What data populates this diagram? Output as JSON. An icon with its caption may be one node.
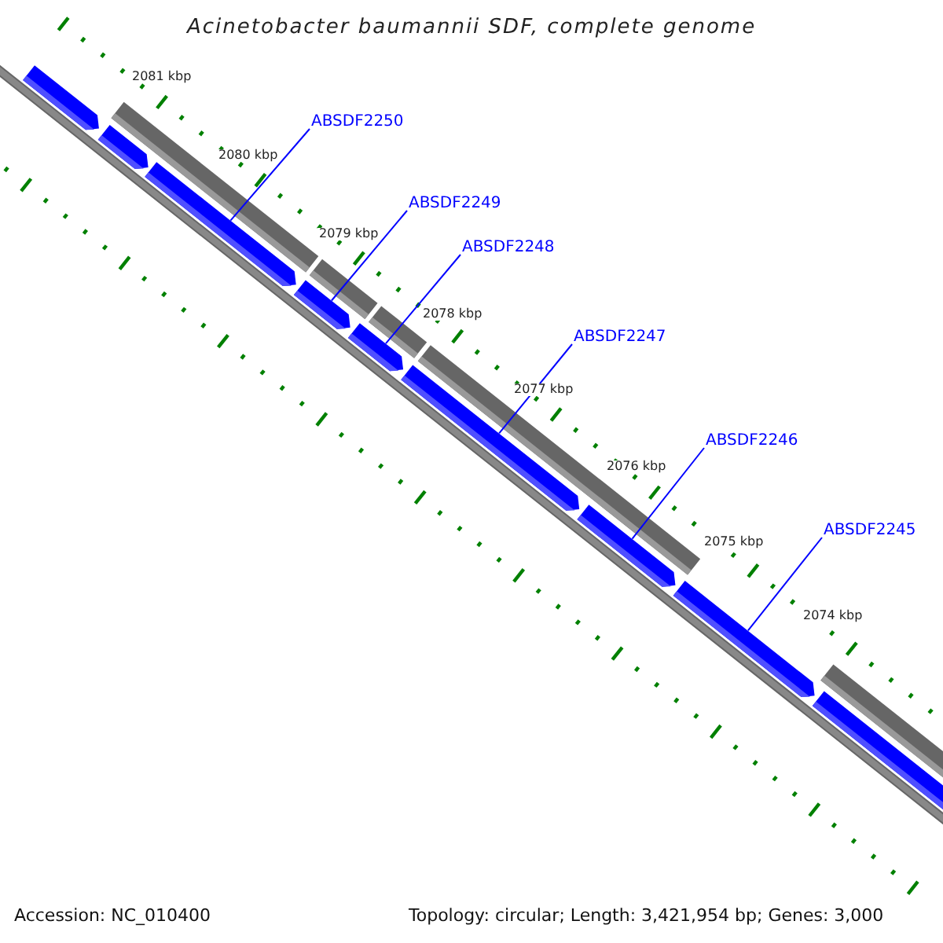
{
  "diagram": {
    "title": "Acinetobacter baumannii SDF, complete genome",
    "nodes": [
      {
        "text": [
          "ABSDF2250"
        ]
      },
      {
        "text": [
          "ABSDF2249"
        ]
      },
      {
        "text": [
          "ABSDF2248"
        ]
      },
      {
        "text": [
          "ABSDF2247"
        ]
      },
      {
        "text": [
          "ABSDF2246"
        ]
      },
      {
        "text": [
          "ABSDF2245"
        ]
      },
      {
        "text": [],
        "shape": "arrow"
      },
      {
        "text": [],
        "shape": "arrow"
      },
      {
        "text": [],
        "shape": "arrow"
      },
      {
        "text": [],
        "shape": "arrow"
      },
      {
        "text": [],
        "shape": "arrow"
      },
      {
        "text": [],
        "shape": "arrow"
      },
      {
        "text": [],
        "shape": "arrow"
      },
      {
        "text": [],
        "shape": "arrow"
      },
      {
        "text": [],
        "shape": "arrow"
      },
      {
        "text": [],
        "shape": "bar"
      },
      {
        "text": [],
        "shape": "bar"
      },
      {
        "text": [],
        "shape": "bar"
      },
      {
        "text": [],
        "shape": "bar"
      },
      {
        "text": [],
        "shape": "bar"
      }
    ],
    "edges": [
      {
        "from": 0,
        "to": 8,
        "arrow": "none"
      },
      {
        "from": 1,
        "to": 9,
        "arrow": "none"
      },
      {
        "from": 2,
        "to": 10,
        "arrow": "none"
      },
      {
        "from": 3,
        "to": 11,
        "arrow": "none"
      },
      {
        "from": 4,
        "to": 12,
        "arrow": "none"
      },
      {
        "from": 5,
        "to": 13,
        "arrow": "none"
      }
    ],
    "labels": [
      "2081 kbp",
      "2080 kbp",
      "2079 kbp",
      "2078 kbp",
      "2077 kbp",
      "2076 kbp",
      "2075 kbp",
      "2074 kbp",
      "Accession: NC_010400",
      "Topology: circular; Length: 3,421,954 bp; Genes: 3,000"
    ]
  }
}
